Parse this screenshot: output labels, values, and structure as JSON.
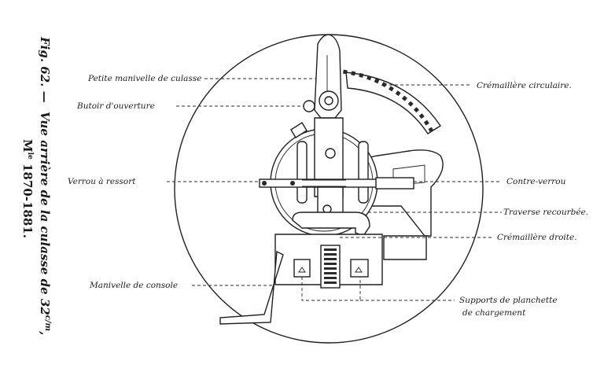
{
  "caption": {
    "fig_label": "Fig. 62. —",
    "title": "Vue arrière de la culasse de 32",
    "title_unit": "c/m",
    "model": "M",
    "model_sup": "le",
    "model_years": " 1870-1881."
  },
  "labels": {
    "petite_manivelle": "Petite manivelle de culasse",
    "butoir": "Butoir d'ouverture",
    "verrou": "Verrou à ressort",
    "manivelle_console": "Manivelle de console",
    "cremaillere_circ": "Crémaillère circulaire.",
    "contre_verrou": "Contre-verrou",
    "traverse": "Traverse recourbée.",
    "cremaillere_droite": "Crémaillère droite.",
    "supports_1": "Supports de planchette",
    "supports_2": "de chargement"
  }
}
